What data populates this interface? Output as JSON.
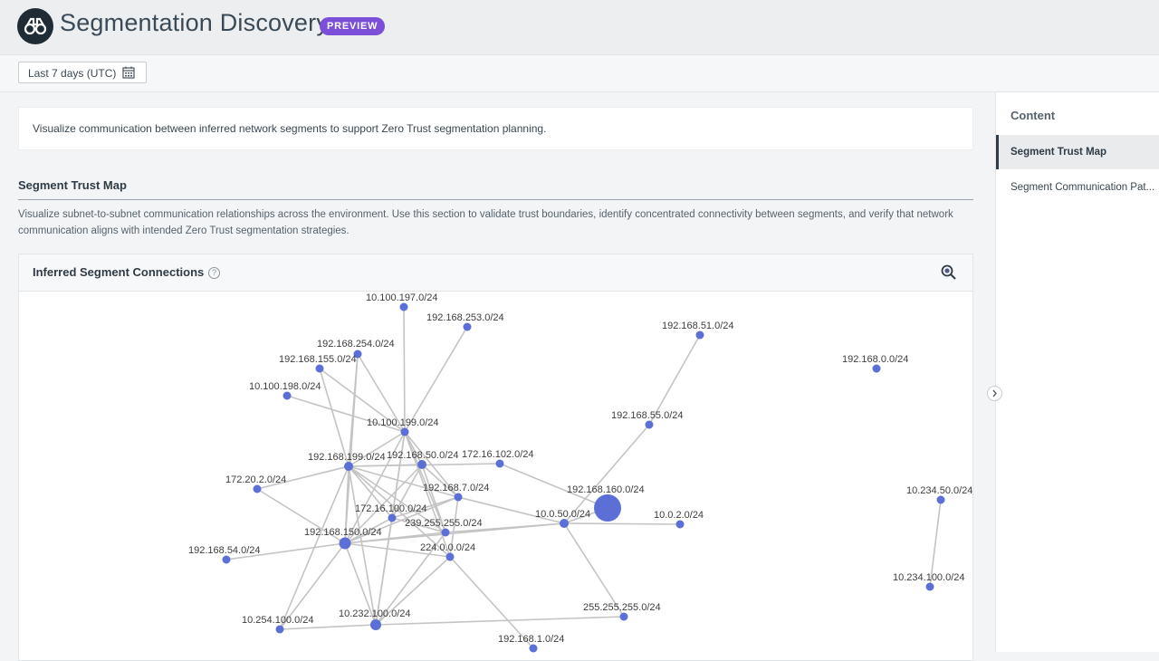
{
  "header": {
    "title": "Segmentation Discovery",
    "badge": "PREVIEW",
    "logo_icon": "binoculars-icon"
  },
  "toolbar": {
    "date_range": "Last 7 days (UTC)",
    "calendar_icon": "calendar-icon"
  },
  "intro": {
    "text": "Visualize communication between inferred network segments to support Zero Trust segmentation planning."
  },
  "section": {
    "title": "Segment Trust Map",
    "description": "Visualize subnet-to-subnet communication relationships across the environment. Use this section to validate trust boundaries, identify concentrated connectivity between segments, and verify that network communication aligns with intended Zero Trust segmentation strategies."
  },
  "panel": {
    "title": "Inferred Segment Connections",
    "help_icon": "help-circle-icon",
    "zoom_icon": "zoom-icon"
  },
  "sidebar": {
    "heading": "Content",
    "items": [
      {
        "label": "Segment Trust Map",
        "active": true
      },
      {
        "label": "Segment Communication Pat...",
        "active": false
      }
    ],
    "collapse_icon": "chevron-right-icon"
  },
  "graph": {
    "node_color": "#5b6fd6",
    "edge_color": "#c4c4c4",
    "nodes": [
      {
        "label": "10.100.197.0/24"
      },
      {
        "label": "192.168.253.0/24"
      },
      {
        "label": "192.168.254.0/24"
      },
      {
        "label": "192.168.155.0/24"
      },
      {
        "label": "10.100.198.0/24"
      },
      {
        "label": "10.100.199.0/24"
      },
      {
        "label": "192.168.199.0/24"
      },
      {
        "label": "192.168.50.0/24"
      },
      {
        "label": "172.16.102.0/24"
      },
      {
        "label": "172.20.2.0/24"
      },
      {
        "label": "192.168.7.0/24"
      },
      {
        "label": "172.16.100.0/24"
      },
      {
        "label": "239.255.255.0/24"
      },
      {
        "label": "192.168.150.0/24"
      },
      {
        "label": "192.168.54.0/24"
      },
      {
        "label": "224.0.0.0/24"
      },
      {
        "label": "10.254.100.0/24"
      },
      {
        "label": "10.232.100.0/24"
      },
      {
        "label": "192.168.1.0/24"
      },
      {
        "label": "255.255.255.0/24"
      },
      {
        "label": "10.0.50.0/24"
      },
      {
        "label": "10.0.2.0/24"
      },
      {
        "label": "192.168.160.0/24"
      },
      {
        "label": "192.168.55.0/24"
      },
      {
        "label": "192.168.51.0/24"
      },
      {
        "label": "192.168.0.0/24"
      },
      {
        "label": "10.234.50.0/24"
      },
      {
        "label": "10.234.100.0/24"
      }
    ]
  }
}
